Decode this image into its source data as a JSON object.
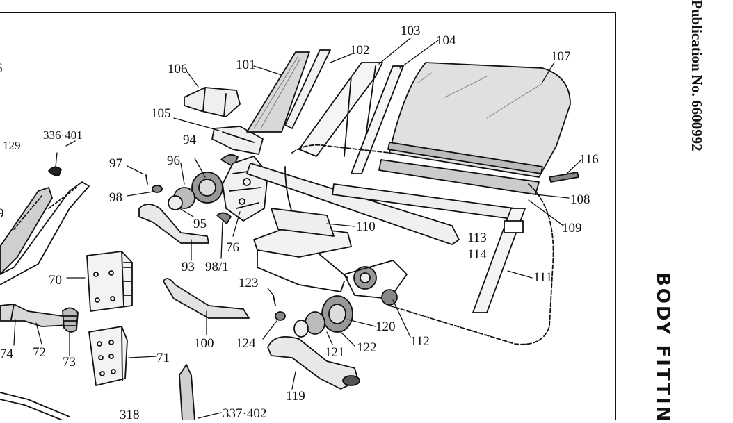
{
  "publication_text": "Publication  No.  6600992",
  "section_title": "BODY  FITTIN",
  "callouts": {
    "c6": "6",
    "c129": "129",
    "c336_401": "336·401",
    "c9": "9",
    "c94": "94",
    "c96": "96",
    "c97": "97",
    "c98": "98",
    "c95": "95",
    "c93": "93",
    "c98_1": "98/1",
    "c76": "76",
    "c106": "106",
    "c105": "105",
    "c101": "101",
    "c102": "102",
    "c103": "103",
    "c104": "104",
    "c107": "107",
    "c116": "116",
    "c108": "108",
    "c109": "109",
    "c110": "110",
    "c113": "113",
    "c114": "114",
    "c111": "111",
    "c70": "70",
    "c71": "71",
    "c72": "72",
    "c73": "73",
    "c74": "74",
    "c100": "100",
    "c123": "123",
    "c124": "124",
    "c120": "120",
    "c121": "121",
    "c122": "122",
    "c112": "112",
    "c119": "119",
    "c318": "318",
    "c337_402": "337·402"
  }
}
